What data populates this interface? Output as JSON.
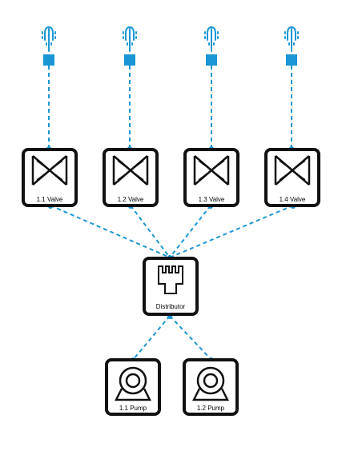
{
  "colors": {
    "link": "#1a96d4",
    "sprinkler": "#1a96d4",
    "node_border": "#111111",
    "node_fill": "#ffffff"
  },
  "sprinklers": [
    {
      "icon": "sprinkler-icon"
    },
    {
      "icon": "sprinkler-icon"
    },
    {
      "icon": "sprinkler-icon"
    },
    {
      "icon": "sprinkler-icon"
    }
  ],
  "valves": [
    {
      "label": "1.1 Valve",
      "icon": "valve-icon"
    },
    {
      "label": "1.2 Valve",
      "icon": "valve-icon"
    },
    {
      "label": "1.3 Valve",
      "icon": "valve-icon"
    },
    {
      "label": "1.4 Valve",
      "icon": "valve-icon"
    }
  ],
  "distributor": {
    "label": "Distributor",
    "icon": "distributor-icon"
  },
  "pumps": [
    {
      "label": "1.1 Pump",
      "icon": "pump-icon"
    },
    {
      "label": "1.2 Pump",
      "icon": "pump-icon"
    }
  ]
}
